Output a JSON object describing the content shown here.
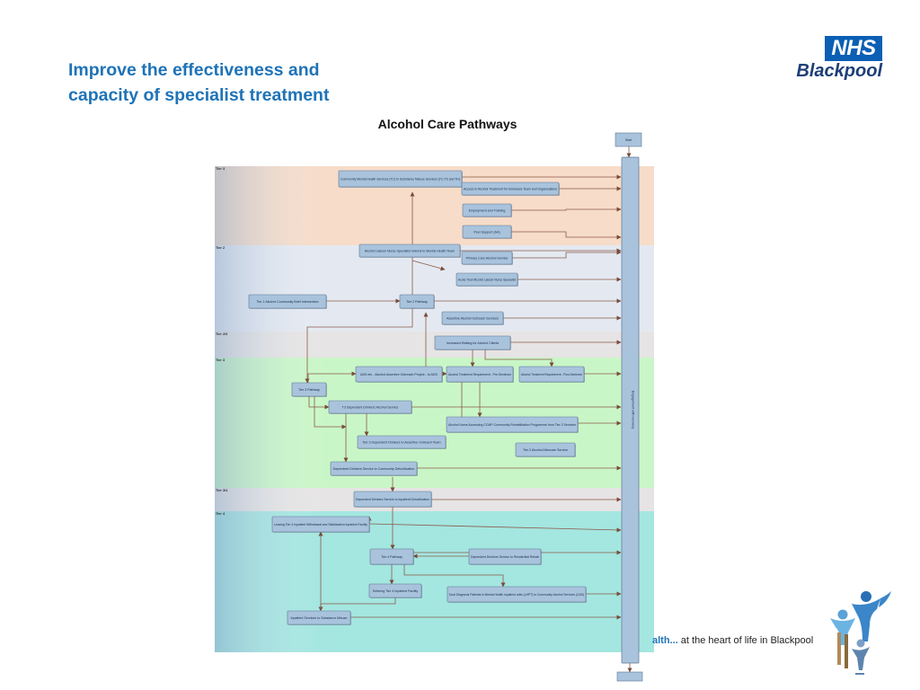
{
  "slide": {
    "title_line1": "Improve the effectiveness and",
    "title_line2": "capacity of specialist treatment"
  },
  "logo": {
    "nhs": "NHS",
    "org": "Blackpool",
    "colors": {
      "nhs_blue": "#0b5fb4",
      "org_text": "#1d3f77"
    }
  },
  "diagram": {
    "title": "Alcohol Care Pathways",
    "start_label": "Start",
    "bar_label": "Engagement with recovery",
    "bands": [
      {
        "id": "tier3",
        "label": "Tier 3",
        "color": "#f6dcc9"
      },
      {
        "id": "tier2",
        "label": "Tier 2",
        "color": "#e4e9f1"
      },
      {
        "id": "tier2_3",
        "label": "Tier 2/3",
        "color": "#e6e4e4"
      },
      {
        "id": "tier3b",
        "label": "Tier 3",
        "color": "#c9f6c7"
      },
      {
        "id": "tier3_4",
        "label": "Tier 3/4",
        "color": "#e6e4e4"
      },
      {
        "id": "tier4",
        "label": "Tier 4",
        "color": "#a4e6e0"
      }
    ],
    "nodes": [
      {
        "id": "n1",
        "label": "Community Mental Health Services (TC) to Substance Misuse Services (TC,TS and TH)"
      },
      {
        "id": "n2",
        "label": "Access to Alcohol Treatment for Homeless Team and Organisations"
      },
      {
        "id": "n3",
        "label": "Employment and Training"
      },
      {
        "id": "n4",
        "label": "Peer Support (AA)"
      },
      {
        "id": "n5",
        "label": "Alcohol Liaison Nurse Specialist referral to Mental Health Team"
      },
      {
        "id": "n6",
        "label": "Primary Care Alcohol Service"
      },
      {
        "id": "n7",
        "label": "Acute Trust Alcohol Liaison Nurse Specialist"
      },
      {
        "id": "n8",
        "label": "Tier 1 Alcohol Community Brief Intervention"
      },
      {
        "id": "n9",
        "label": "Tier 2 Pathway"
      },
      {
        "id": "n10",
        "label": "Assertive Alcohol Outreach Services"
      },
      {
        "id": "n11",
        "label": "Increased Waiting for Alcohol Clients"
      },
      {
        "id": "n12",
        "label": "ADS etc - Alcohol Assertive Outreach Project - to ADS"
      },
      {
        "id": "n13",
        "label": "Alcohol Treatment Requirement - Pre-Sentence"
      },
      {
        "id": "n14",
        "label": "Alcohol Treatment Requirement - Post-Sentence"
      },
      {
        "id": "n15",
        "label": "Tier 3 Pathway"
      },
      {
        "id": "n16",
        "label": "T3 Dependent Drinkers Alcohol Service"
      },
      {
        "id": "n17",
        "label": "Alcohol Users Accessing CCMP Community Rehabilitation Programme from Tier 3 Services"
      },
      {
        "id": "n18",
        "label": "Tier 3 Dependent Drinkers to Assertive Outreach Team"
      },
      {
        "id": "n19",
        "label": "Tier 3 Alcohol Aftercare Service"
      },
      {
        "id": "n20",
        "label": "Dependent Drinkers Service to Community Detoxification"
      },
      {
        "id": "n21",
        "label": "Dependent Drinkers Service to Inpatient Detoxification"
      },
      {
        "id": "n22",
        "label": "Leaving Tier 4 Inpatient Withdrawal and Stabilisation Inpatient Facility"
      },
      {
        "id": "n23",
        "label": "Tier 4 Pathway"
      },
      {
        "id": "n24",
        "label": "Dependent Drinkers Service to Residential Rehab"
      },
      {
        "id": "n25",
        "label": "Entering Tier 4 Inpatient Facility"
      },
      {
        "id": "n26",
        "label": "Dual Diagnosis Patients in Mental Health Inpatient units (LHPT) to Community Alcohol Services (CAS)"
      },
      {
        "id": "n27",
        "label": "Inpatient Services to Substance Misuse"
      }
    ]
  },
  "footer": {
    "tagline_bold": "alth...",
    "tagline_rest": " at the heart of life in Blackpool"
  }
}
